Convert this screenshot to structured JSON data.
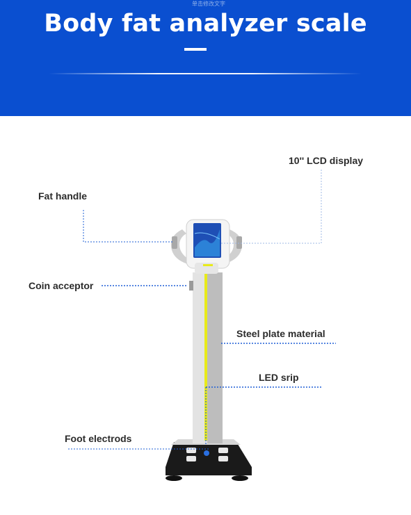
{
  "header": {
    "title": "Body fat analyzer scale",
    "watermark": "单击修改文字"
  },
  "labels": {
    "lcd_display": "10'' LCD display",
    "fat_handle": "Fat handle",
    "coin_acceptor": "Coin acceptor",
    "steel_plate": "Steel plate material",
    "led_strip": "LED srip",
    "foot_electrodes": "Foot electrods"
  },
  "colors": {
    "header_bg": "#0a4fd0",
    "callout_line": "#1e5fd6",
    "led_strip": "#e8ea1a"
  }
}
